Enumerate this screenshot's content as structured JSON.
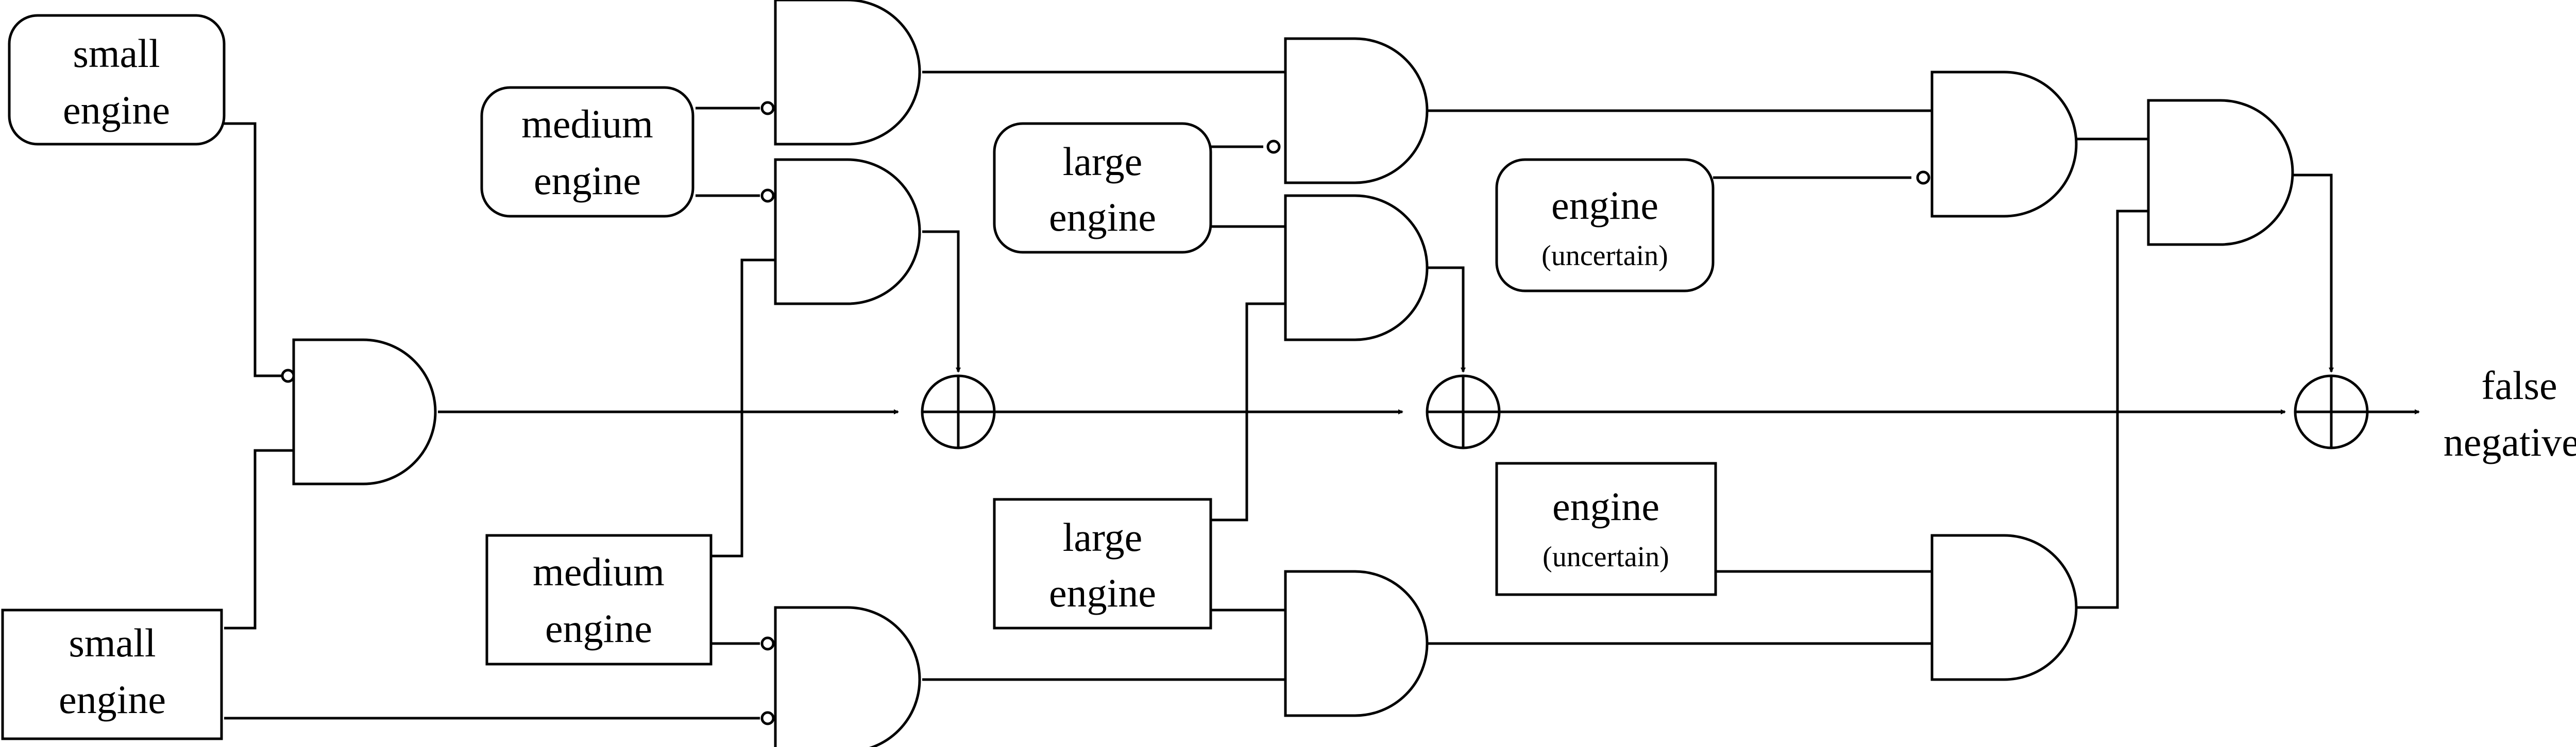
{
  "boxes": {
    "small_top": {
      "line1": "small",
      "line2": "engine"
    },
    "small_bot": {
      "line1": "small",
      "line2": "engine"
    },
    "medium_top": {
      "line1": "medium",
      "line2": "engine"
    },
    "medium_bot": {
      "line1": "medium",
      "line2": "engine"
    },
    "large_top": {
      "line1": "large",
      "line2": "engine"
    },
    "large_bot": {
      "line1": "large",
      "line2": "engine"
    },
    "engine_unc_top": {
      "line1": "engine",
      "line2": "(uncertain)"
    },
    "engine_unc_bot": {
      "line1": "engine",
      "line2": "(uncertain)"
    }
  },
  "output": {
    "line1": "false",
    "line2": "negatives"
  }
}
